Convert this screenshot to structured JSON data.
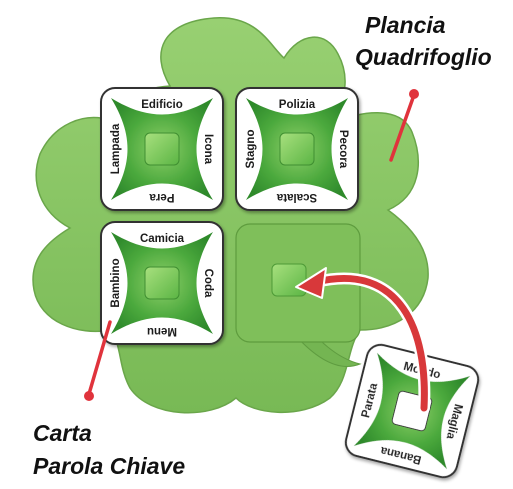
{
  "labels": {
    "board_line1": "Plancia",
    "board_line2": "Quadrifoglio",
    "card_line1": "Carta",
    "card_line2": "Parola Chiave"
  },
  "cards": {
    "top_left": {
      "top": "Edificio",
      "right": "Icona",
      "bottom": "Pera",
      "left": "Lampada"
    },
    "top_right": {
      "top": "Polizia",
      "right": "Pecora",
      "bottom": "Scalata",
      "left": "Stagno"
    },
    "bottom_left": {
      "top": "Camicia",
      "right": "Coda",
      "bottom": "Menu",
      "left": "Bambino"
    },
    "loose": {
      "top": "Mondo",
      "right": "Maglia",
      "bottom": "Banana",
      "left": "Parata"
    }
  },
  "colors": {
    "clover": "#8cc968",
    "clover_shade": "#6fae4e",
    "star": "#3f9a34",
    "pointer": "#e0333c",
    "arrow": "#d83a3a"
  }
}
